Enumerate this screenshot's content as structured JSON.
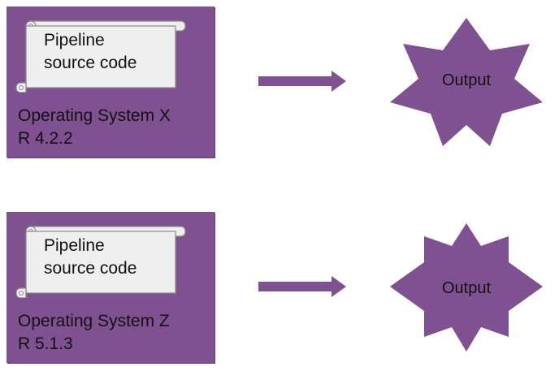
{
  "colors": {
    "purple": "#7f5190",
    "scroll_fill": "#efefef",
    "scroll_stroke": "#8a8a8a",
    "text": "#111111"
  },
  "rows": [
    {
      "scroll_line1": "Pipeline",
      "scroll_line2": "source code",
      "os_line1": "Operating System X",
      "os_line2": "R 4.2.2",
      "output": "Output",
      "star_shape": "8-point-star"
    },
    {
      "scroll_line1": "Pipeline",
      "scroll_line2": "source code",
      "os_line1": "Operating System Z",
      "os_line2": "R 5.1.3",
      "output": "Output",
      "star_shape": "12-point-star"
    }
  ]
}
